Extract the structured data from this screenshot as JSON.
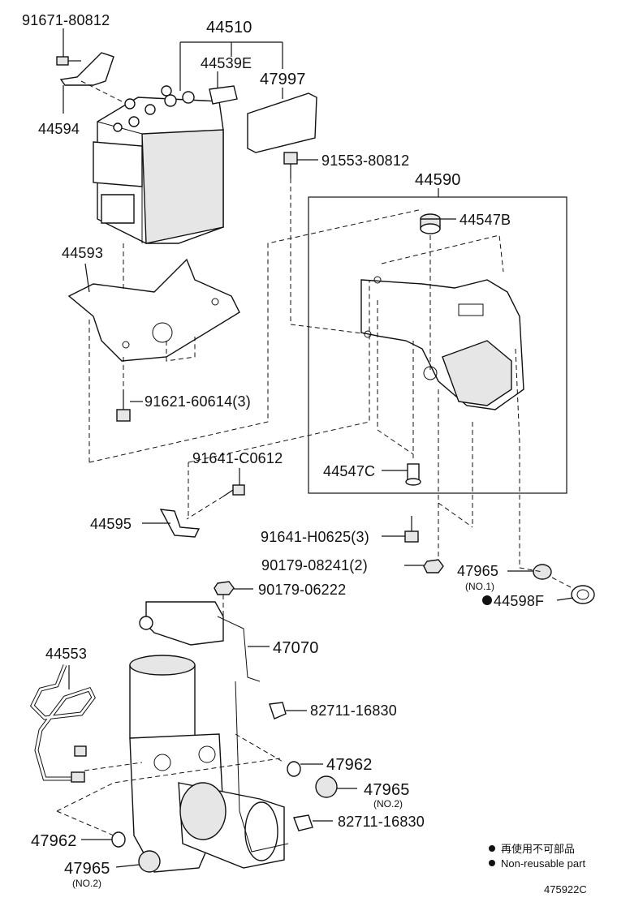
{
  "diagram": {
    "callouts": {
      "p91671": "91671-80812",
      "p44510": "44510",
      "p44539E": "44539E",
      "p47997": "47997",
      "p44594": "44594",
      "p91553": "91553-80812",
      "p44590": "44590",
      "p44547B": "44547B",
      "p44593": "44593",
      "p91621": "91621-60614(3)",
      "p91641C": "91641-C0612",
      "p44547C": "44547C",
      "p44595": "44595",
      "p91641H": "91641-H0625(3)",
      "p90179_08241": "90179-08241(2)",
      "p47965_a": "47965",
      "p47965_a_sub": "(NO.1)",
      "p44598F": "44598F",
      "p90179_06222": "90179-06222",
      "p47070": "47070",
      "p44553": "44553",
      "p82711_a": "82711-16830",
      "p47962_a": "47962",
      "p47965_b": "47965",
      "p47965_b_sub": "(NO.2)",
      "p82711_b": "82711-16830",
      "p47962_b": "47962",
      "p47965_c": "47965",
      "p47965_c_sub": "(NO.2)"
    },
    "legend": {
      "line1": "再使用不可部品",
      "line2": "Non-reusable part"
    },
    "catalog_number": "475922C"
  }
}
